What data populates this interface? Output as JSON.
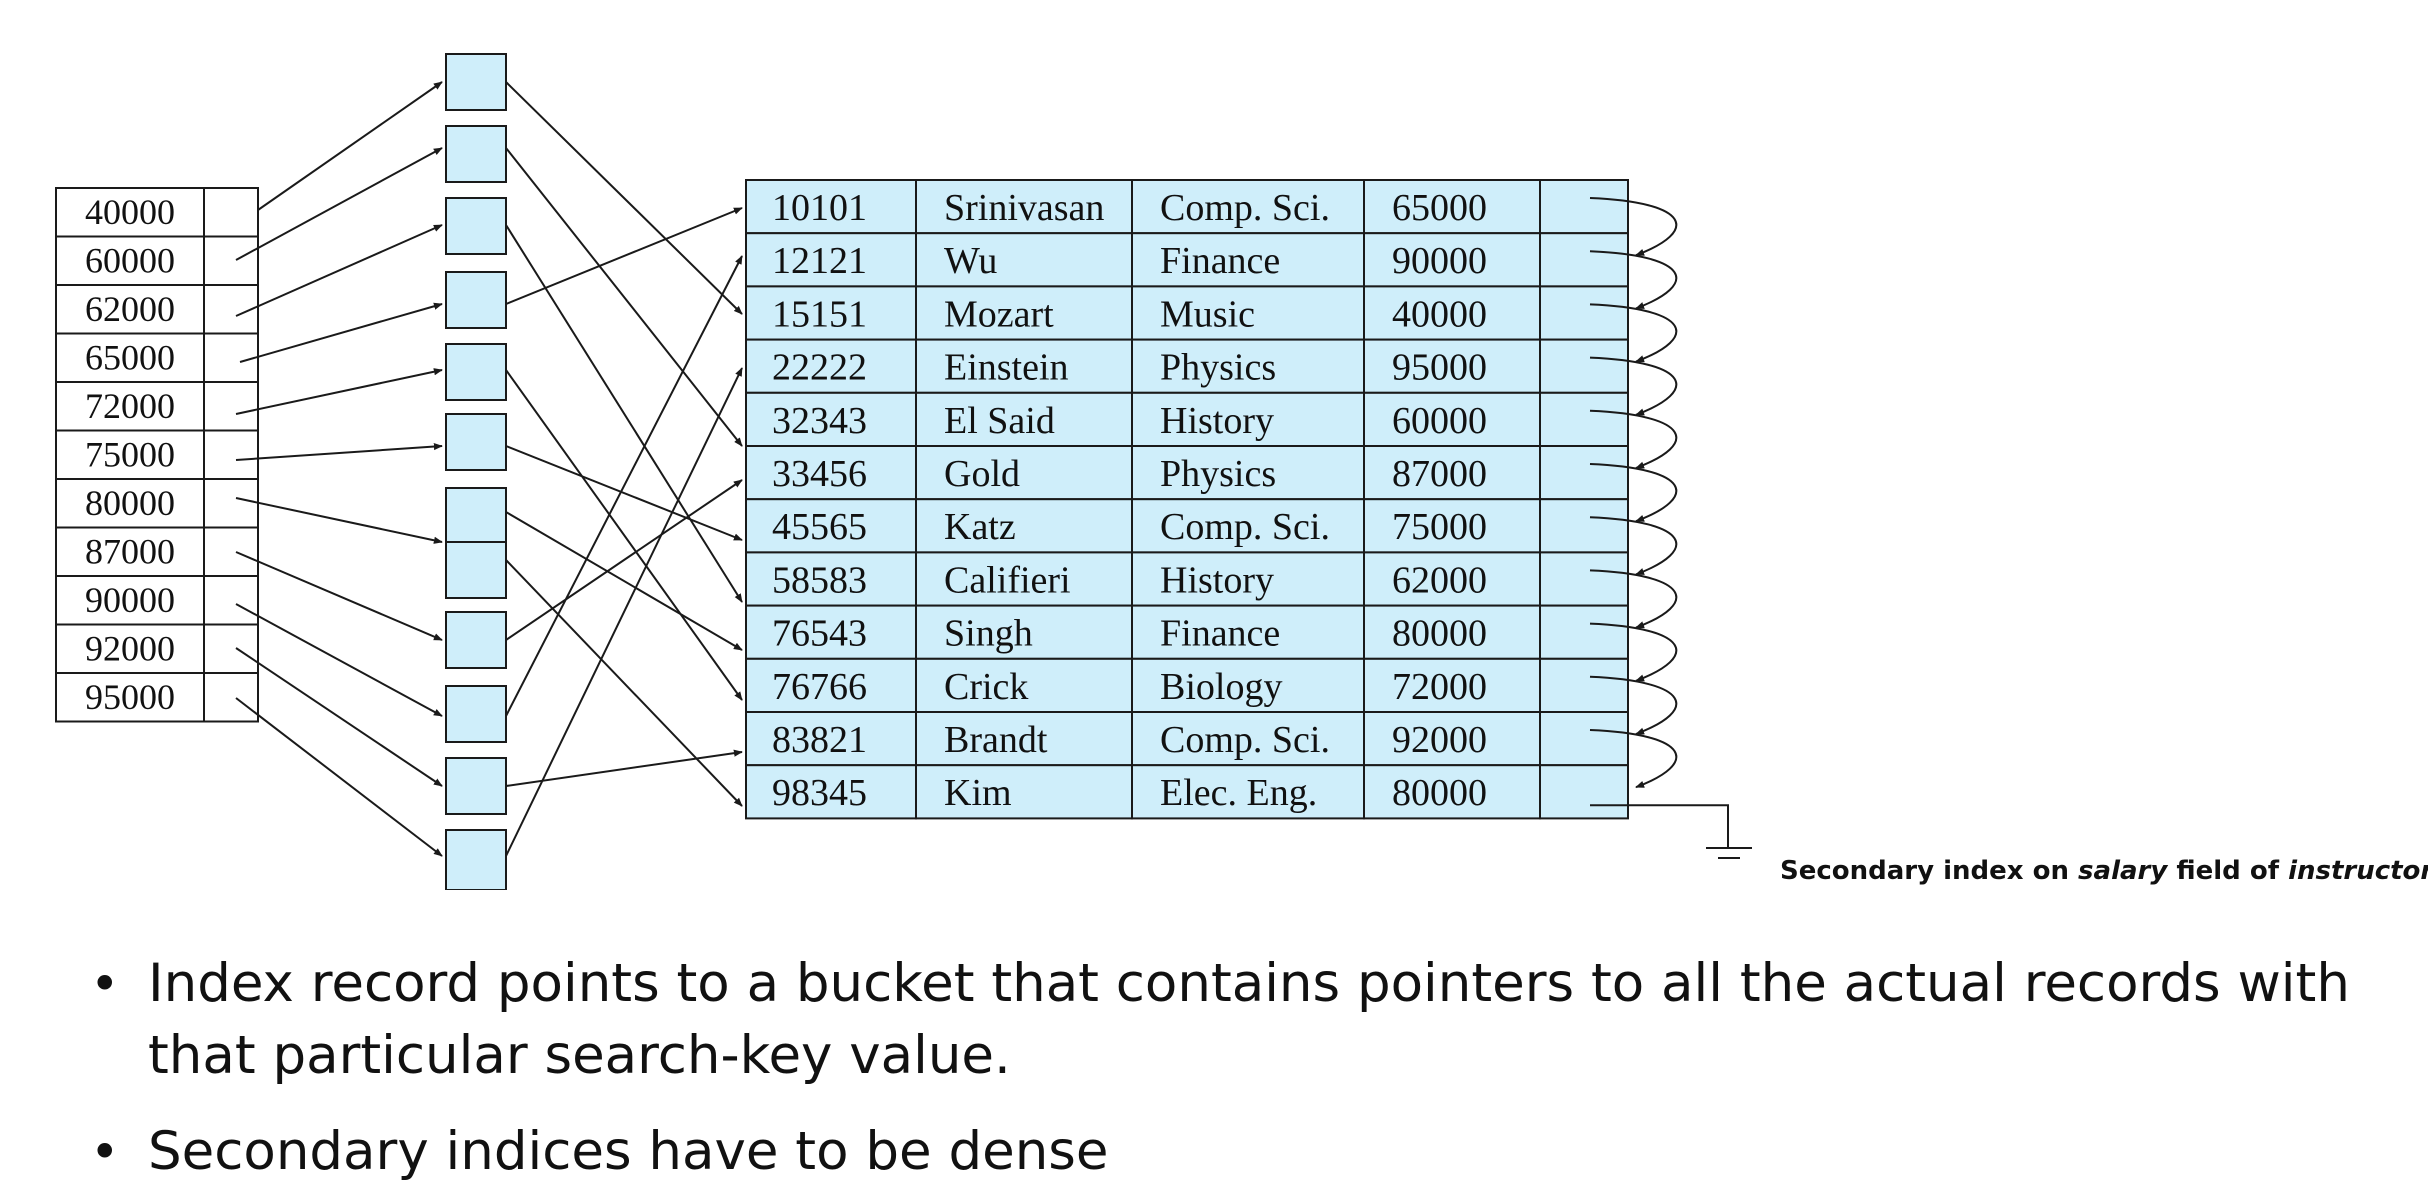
{
  "index_keys": [
    "40000",
    "60000",
    "62000",
    "65000",
    "72000",
    "75000",
    "80000",
    "87000",
    "90000",
    "92000",
    "95000"
  ],
  "records": [
    {
      "id": "10101",
      "name": "Srinivasan",
      "dept": "Comp. Sci.",
      "salary": "65000"
    },
    {
      "id": "12121",
      "name": "Wu",
      "dept": "Finance",
      "salary": "90000"
    },
    {
      "id": "15151",
      "name": "Mozart",
      "dept": "Music",
      "salary": "40000"
    },
    {
      "id": "22222",
      "name": "Einstein",
      "dept": "Physics",
      "salary": "95000"
    },
    {
      "id": "32343",
      "name": "El Said",
      "dept": "History",
      "salary": "60000"
    },
    {
      "id": "33456",
      "name": "Gold",
      "dept": "Physics",
      "salary": "87000"
    },
    {
      "id": "45565",
      "name": "Katz",
      "dept": "Comp. Sci.",
      "salary": "75000"
    },
    {
      "id": "58583",
      "name": "Califieri",
      "dept": "History",
      "salary": "62000"
    },
    {
      "id": "76543",
      "name": "Singh",
      "dept": "Finance",
      "salary": "80000"
    },
    {
      "id": "76766",
      "name": "Crick",
      "dept": "Biology",
      "salary": "72000"
    },
    {
      "id": "83821",
      "name": "Brandt",
      "dept": "Comp. Sci.",
      "salary": "92000"
    },
    {
      "id": "98345",
      "name": "Kim",
      "dept": "Elec. Eng.",
      "salary": "80000"
    }
  ],
  "caption": {
    "prefix": "Secondary index on ",
    "field": "salary",
    "middle": " field of ",
    "relation": "instructor"
  },
  "bullets": [
    "Index record points to a bucket that contains pointers to all the actual records with that particular search-key value.",
    "Secondary indices have to be dense"
  ],
  "colors": {
    "record_fill": "#cfeefa",
    "bucket_fill": "#cfeefa",
    "line": "#1a1a1a"
  }
}
